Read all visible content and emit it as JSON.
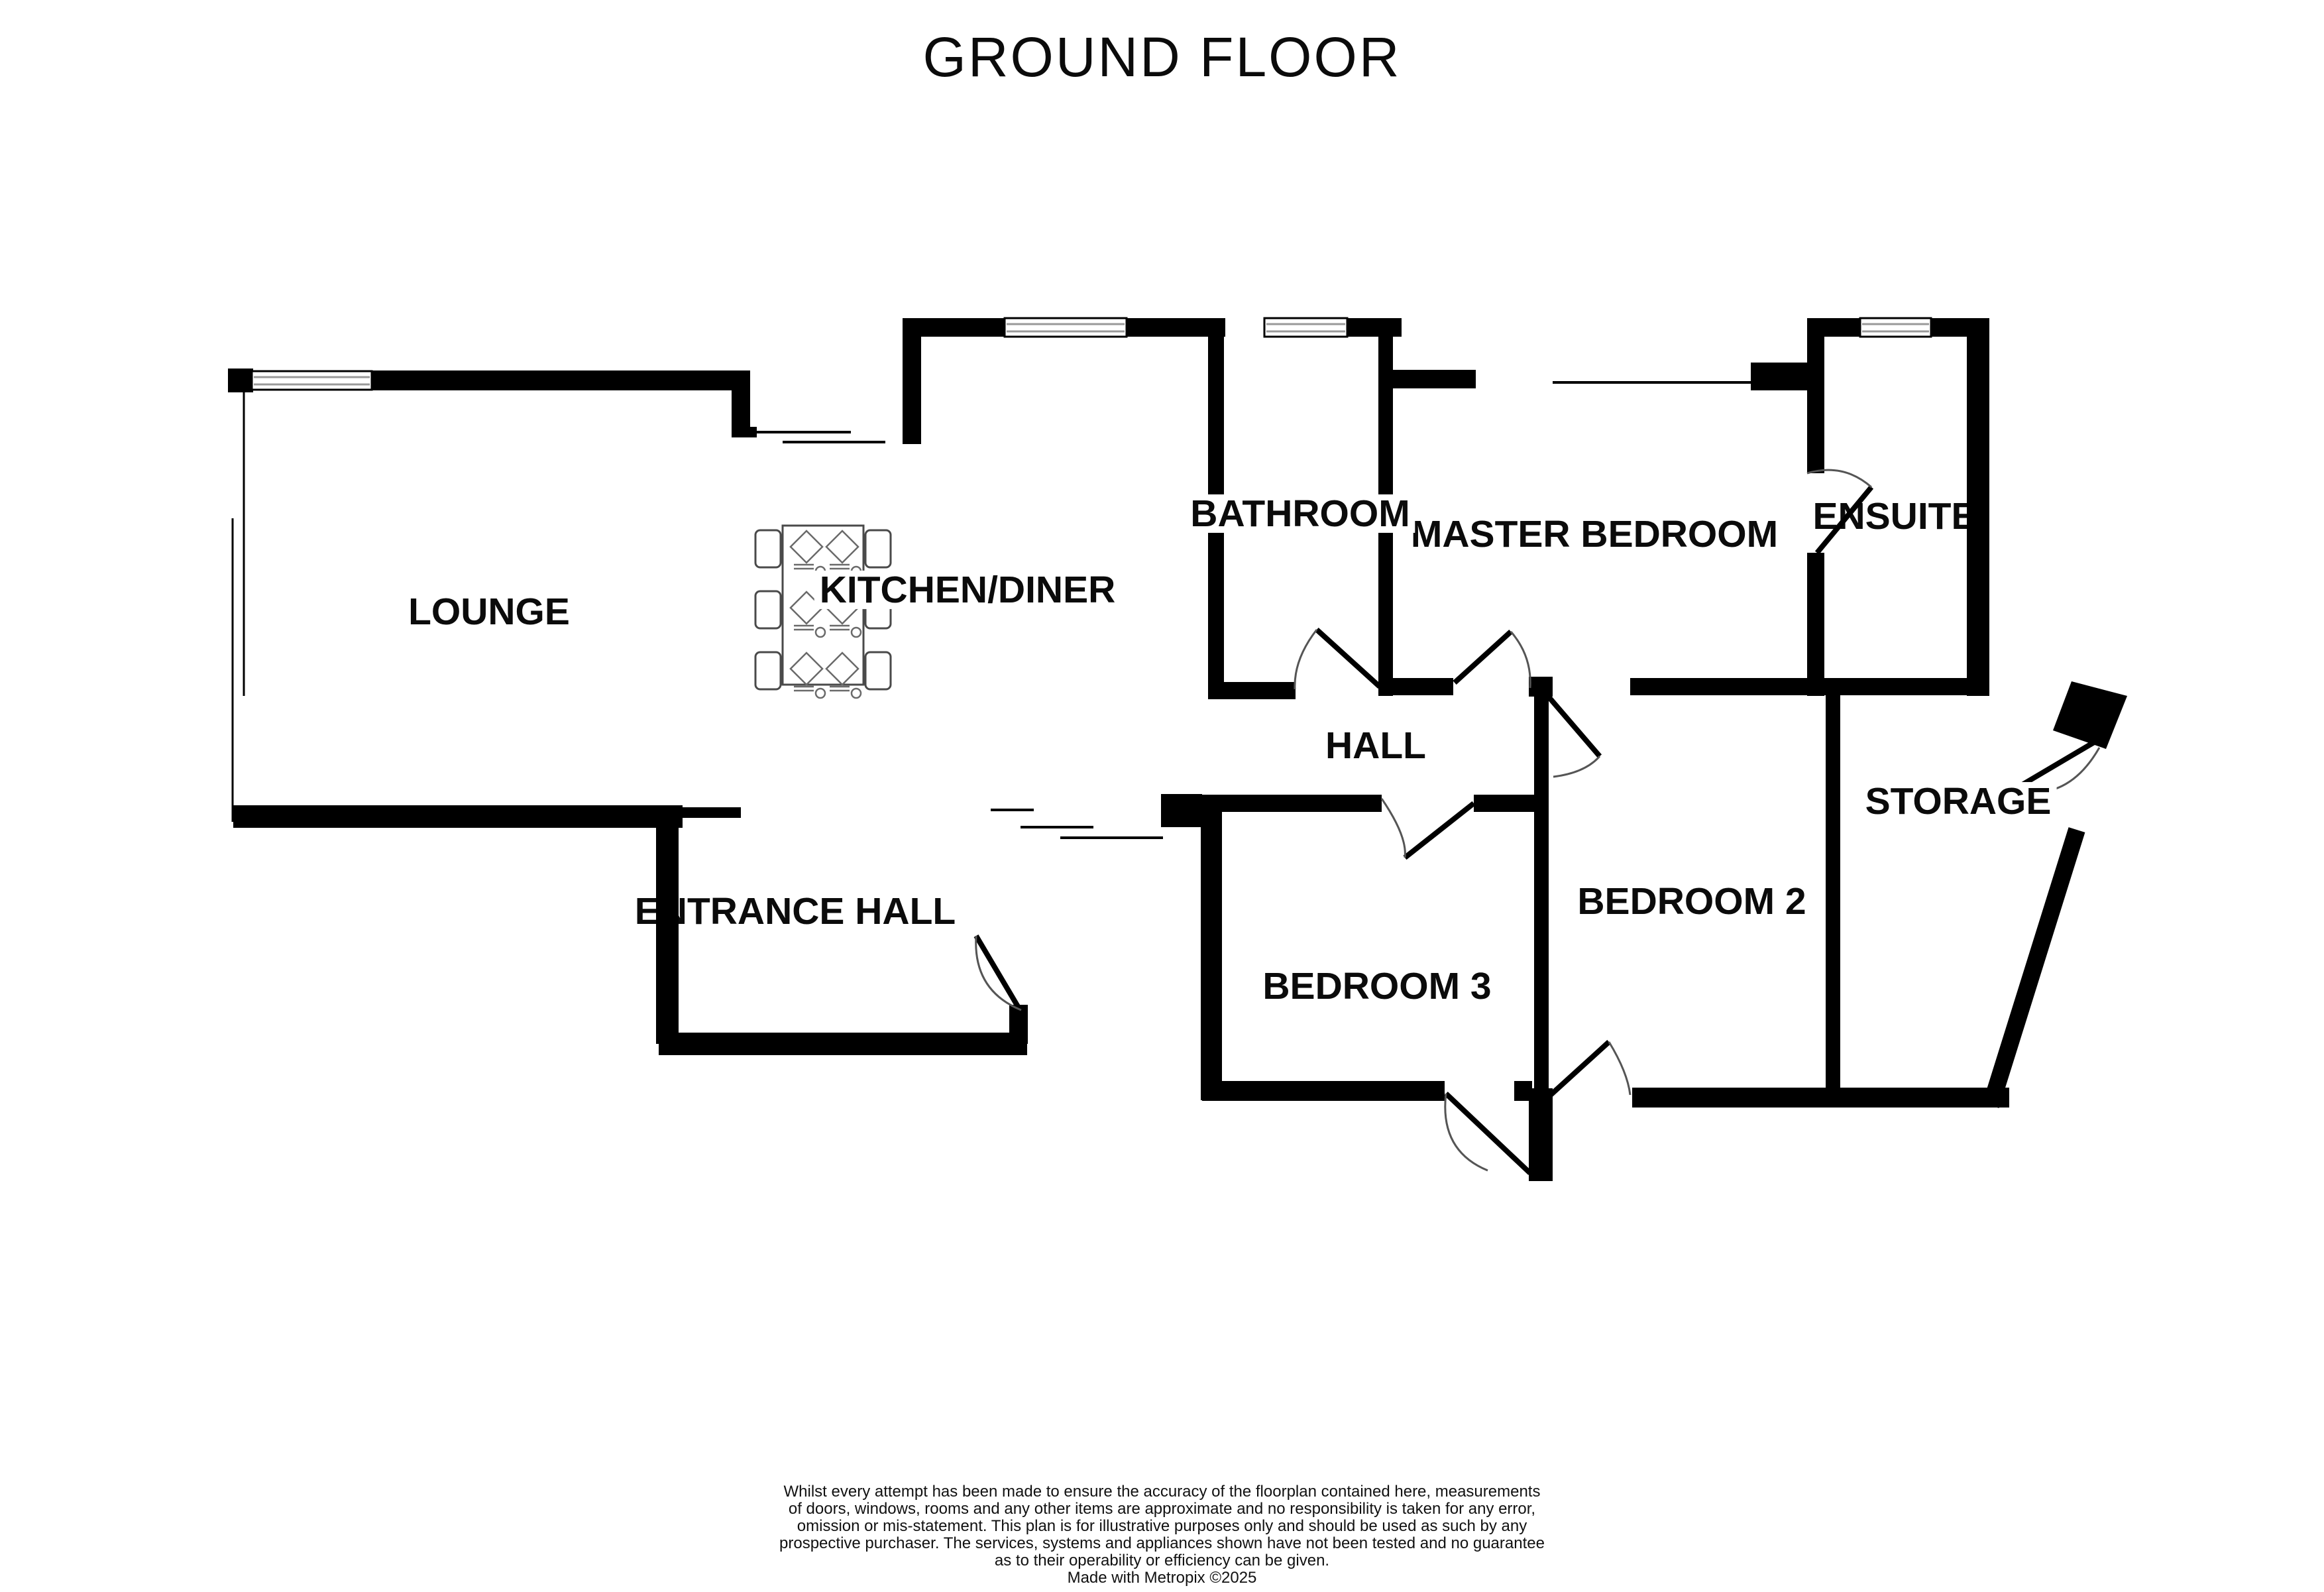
{
  "title": "GROUND FLOOR",
  "rooms": {
    "lounge": "LOUNGE",
    "kitchen_diner": "KITCHEN/DINER",
    "bathroom": "BATHROOM",
    "master_bedroom": "MASTER BEDROOM",
    "ensuite": "ENSUITE",
    "hall": "HALL",
    "entrance_hall": "ENTRANCE HALL",
    "storage": "STORAGE",
    "bedroom_2": "BEDROOM 2",
    "bedroom_3": "BEDROOM 3"
  },
  "furniture": {
    "dining_table": "dining table with 6 chairs"
  },
  "features": {
    "windows": 4,
    "doors_with_swing_arcs": 8
  },
  "colors": {
    "background": "#ffffff",
    "wall": "#000000",
    "window_frame_line": "#999999",
    "door_arc": "#555555",
    "furniture_outline": "#4a4a4a"
  },
  "footer": {
    "lines": [
      "Whilst every attempt has been made to ensure the accuracy of the floorplan contained here, measurements",
      "of doors, windows, rooms and any other items are approximate and no responsibility is taken for any error,",
      "omission or mis-statement. This plan is for illustrative purposes only and should be used as such by any",
      "prospective purchaser. The services, systems and appliances shown have not been tested and no guarantee",
      "as to their operability or efficiency can be given."
    ],
    "credit": "Made with Metropix ©2025"
  }
}
